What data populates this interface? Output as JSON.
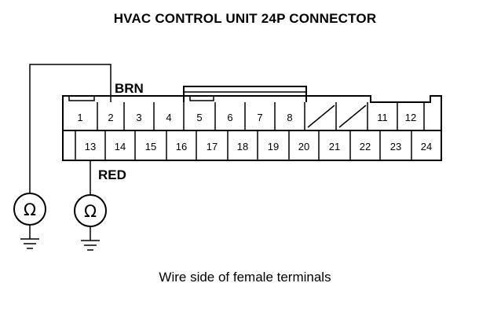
{
  "title": "HVAC CONTROL UNIT 24P CONNECTOR",
  "caption": "Wire side of female terminals",
  "wires": {
    "brn_label": "BRN",
    "red_label": "RED"
  },
  "meters": {
    "symbol": "Ω"
  },
  "connector": {
    "top_row": [
      "1",
      "2",
      "3",
      "4",
      "5",
      "6",
      "7",
      "8",
      "",
      "",
      "11",
      "12"
    ],
    "bottom_row": [
      "",
      "13",
      "14",
      "15",
      "16",
      "17",
      "18",
      "19",
      "20",
      "21",
      "22",
      "23",
      "24"
    ]
  }
}
